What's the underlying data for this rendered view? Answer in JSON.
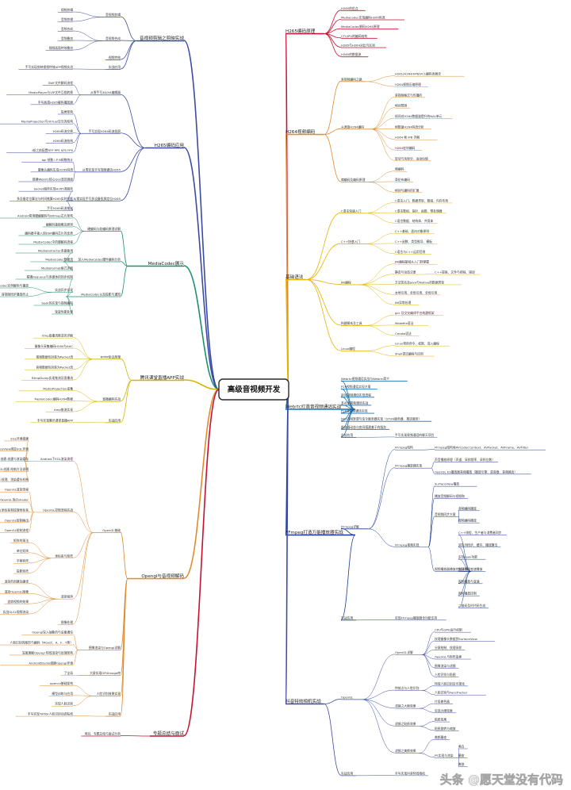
{
  "root": "高级音视频开发",
  "watermark": "头条 @愿天堂没有代码",
  "colors": {
    "audio": "#3b4aa6",
    "h265app": "#3b4aa6",
    "mediacodec": "#1b8f6e",
    "tencent": "#d4b400",
    "opengl": "#e08a2e",
    "summary": "#c8102e",
    "h265base": "#c8102e",
    "h264": "#e08a2e",
    "basics": "#e8b400",
    "webrtc": "#1a73b8",
    "ffmpeg": "#1a3c9a",
    "beauty": "#3b4aa6"
  },
  "branches": [
    {
      "key": "audio",
      "side": "L",
      "label": "音视频剪辑之剪映实战",
      "children": [
        {
          "label": "音视频剪辑",
          "children": [
            {
              "label": "视频剪辑"
            },
            {
              "label": "音频剪辑"
            }
          ]
        },
        {
          "label": "音视频合成",
          "children": [
            {
              "label": "音频合成"
            },
            {
              "label": "音频叠加"
            },
            {
              "label": "视频画面特效叠加"
            }
          ]
        },
        {
          "label": "视频特效"
        },
        {
          "label": "实战应用",
          "children": [
            {
              "label": "手写实现剪映视频特效APP视频实战"
            }
          ]
        }
      ]
    },
    {
      "key": "h265app",
      "side": "L",
      "label": "H265编码应用",
      "children": [
        {
          "label": "从零手写4K/H4编辑器",
          "children": [
            {
              "label": "SWF文件解码流程"
            },
            {
              "label": "MediaPlayer与VIP文件互相转换"
            },
            {
              "label": "手写高清H265解码播放器"
            }
          ]
        },
        {
          "label": "手写实现H264码流投屏",
          "children": [
            {
              "label": "投屏架构"
            },
            {
              "label": "MediaProjection与Virtual交互的结构"
            },
            {
              "label": "H264码流交换"
            },
            {
              "label": "H264码流结构"
            },
            {
              "label": "I帧之前配置RTP PPS SPS FPS"
            }
          ]
        },
        {
          "label": "从零实现手写视频通话H265",
          "children": [
            {
              "label": "api 帧数 I P B帧数统计"
            },
            {
              "label": "摄像头编码生成H265码流"
            },
            {
              "label": "搭建Webrtc核心Qos流控调度"
            }
          ]
        },
        {
          "label": "从零实现手写多设备投屏定位H265",
          "children": [
            {
              "label": "Socket服务实现H265流服务"
            },
            {
              "label": "多设备定位算法与时间推算H265实时投影"
            },
            {
              "label": "手写H265码流推送"
            }
          ]
        }
      ]
    },
    {
      "key": "mediacodec",
      "side": "L",
      "label": "MediaCodec展示",
      "children": [
        {
          "label": "硬编码与软编码原理详解",
          "children": [
            {
              "label": "Android常用硬编解码与Bitmap芯片架构"
            },
            {
              "label": "编解码基础概念原则"
            },
            {
              "label": "编码器中插入到DSP编码芯片的优势"
            },
            {
              "label": "MediaCodec中的硬解码流程"
            }
          ]
        },
        {
          "label": "深入MediaCodec硬件编码分析",
          "children": [
            {
              "label": "MediaExtractor多路复用"
            },
            {
              "label": "MediaCodec数据流"
            },
            {
              "label": "MediaFormat格式详解"
            }
          ]
        },
        {
          "label": "MediaCodec以及投影与通知",
          "children": [
            {
              "label": "精通dequeue与多媒体的同步机制"
            },
            {
              "label": "实战异步实现",
              "children": [
                {
                  "label": "多MediaCodec实例解码与播放"
                },
                {
                  "label": "音视频同步播放终止"
                }
              ]
            },
            {
              "label": "Seek的实现与视频编码"
            },
            {
              "label": "渐变性能处理"
            }
          ]
        }
      ]
    },
    {
      "key": "tencent",
      "side": "L",
      "label": "腾讯课堂直播APP实战",
      "children": [
        {
          "label": "RTMP协议原理",
          "children": [
            {
              "label": "rtmp直播流推送的详解"
            },
            {
              "label": "摄像头采集编码H264与AAC"
            },
            {
              "label": "视频数据包封装为Packet流"
            },
            {
              "label": "音频数据包封装为Packet流"
            },
            {
              "label": "RtmpDump实现推流及直播流"
            }
          ]
        },
        {
          "label": "直播编码实战",
          "children": [
            {
              "label": "MediaProjection采集"
            },
            {
              "label": "MediaCodec编码H264数据"
            },
            {
              "label": "rtmp推流实现"
            }
          ]
        },
        {
          "label": "实战应用",
          "children": [
            {
              "label": "手写实现腾讯课堂直播APP"
            }
          ]
        }
      ]
    },
    {
      "key": "opengl",
      "side": "L",
      "label": "Opengl与音视频解码",
      "children": [
        {
          "label": "OpenGL基础",
          "children": [
            {
              "label": "Android下EGL渲染流程",
              "children": [
                {
                  "label": "EGL环境搭建"
                },
                {
                  "label": "创建与SurfaceView绑定EGL环境"
                },
                {
                  "label": "EGL创建-创建与渲染缓存"
                },
                {
                  "label": "EGL创建-绘制方法说明"
                },
                {
                  "label": "EGL绘制-纹理、渲染缓存机制"
                }
              ]
            },
            {
              "label": "OpenGL控制流程实战",
              "children": [
                {
                  "label": "OpenGL渲染流程"
                },
                {
                  "label": "OpenGL顶点shader"
                },
                {
                  "label": "OpenGL坐标系和纹理坐标系"
                },
                {
                  "label": "OpenGL绘制画出"
                },
                {
                  "label": "OpenGL绘制流程"
                }
              ]
            },
            {
              "label": "坐标系与矩阵",
              "children": [
                {
                  "label": "矩阵的乘法"
                },
                {
                  "label": "单位矩阵"
                },
                {
                  "label": "平移矩阵"
                },
                {
                  "label": "投影矩阵"
                }
              ]
            },
            {
              "label": "渲染程序",
              "children": [
                {
                  "label": "渲染的创建及编译"
                },
                {
                  "label": "渲染OpenGL图像"
                },
                {
                  "label": "追踪视频的效果"
                },
                {
                  "label": "实战GLSL视频渲染"
                }
              ]
            },
            {
              "label": "图像处理"
            }
          ]
        },
        {
          "label": "图像渲染与Opengl详解",
          "children": [
            {
              "label": "Opengl深入抽象的与设备通信"
            },
            {
              "label": "人脸识别的图形与编码（Mov/Z、A、F、Y等）"
            },
            {
              "label": "深度理解Opengl 特效渲染与处理架构"
            },
            {
              "label": "AndroidStudio搭建Opengl环境"
            }
          ]
        },
        {
          "label": "大屏实现GPUImage库",
          "children": [
            {
              "label": "了全局"
            }
          ]
        },
        {
          "label": "人脸识别效果实现",
          "children": [
            {
              "label": "opencv基础架构"
            },
            {
              "label": "模型训练与应用"
            },
            {
              "label": "实现人脸识别"
            }
          ]
        },
        {
          "label": "实战应用",
          "children": [
            {
              "label": "手写实现TiKTok人脸识别动态贴纸"
            }
          ]
        }
      ]
    },
    {
      "key": "summary",
      "side": "L",
      "label": "专题总结与面试",
      "children": [
        {
          "label": "项目、专题总结与面试分析"
        }
      ]
    },
    {
      "key": "h265base",
      "side": "R",
      "label": "H265编码原理",
      "children": [
        {
          "label": "H265的优点"
        },
        {
          "label": "Mediacodec实现编码H265码流"
        },
        {
          "label": "MediaCodec解码H265原理"
        },
        {
          "label": "CTU/PU的编码结构"
        },
        {
          "label": "H265与H264对比与区别"
        },
        {
          "label": "H265的数据流"
        }
      ]
    },
    {
      "key": "h264",
      "side": "R",
      "label": "H264视频编码",
      "children": [
        {
          "label": "音视频编码之路",
          "children": [
            {
              "label": "H261/H264/VP8/VC1编码发展史"
            },
            {
              "label": "H264视频压缩原理"
            }
          ]
        },
        {
          "label": "从源取H264编码",
          "children": [
            {
              "label": "音视频格式与传播的"
            },
            {
              "label": "帧间预测"
            },
            {
              "label": "帧间对H264数据量提升的NAL单元"
            },
            {
              "label": "帧数量H264码流分析"
            },
            {
              "label": "H264 帧 IPB 详解"
            },
            {
              "label": "H264宏块编码"
            },
            {
              "label": "宏块与块划分、运动估值"
            }
          ]
        },
        {
          "label": "熵编码及编码原理",
          "children": [
            {
              "label": "熵编码"
            },
            {
              "label": "哥伦布编码"
            },
            {
              "label": "帧间与编码的扩展"
            }
          ]
        }
      ]
    },
    {
      "key": "basics",
      "side": "R",
      "label": "基础语法",
      "children": [
        {
          "label": "C语言快速入门",
          "children": [
            {
              "label": "C语言入门、数据类型、数组、内存布局"
            },
            {
              "label": "C语言数组、指针、函数、预处理器"
            },
            {
              "label": "C语言数据、结构体、共用体"
            }
          ]
        },
        {
          "label": "C++快速入门",
          "children": [
            {
              "label": "C++基础、面向对象原则"
            },
            {
              "label": "C++函数、类型推导、模板"
            },
            {
              "label": "C语言与C++运用范例"
            }
          ]
        },
        {
          "label": "JNI编程",
          "children": [
            {
              "label": "JNI编程基础从入门到掌握"
            },
            {
              "label": "静态与动态注册",
              "children": [
                {
                  "label": "C++提高、文件与线程、错误"
                }
              ]
            },
            {
              "label": "方法签名及Java与Native的数据类型"
            },
            {
              "label": "本地引用、全局引用、全局引用"
            },
            {
              "label": "JNI异常处理"
            }
          ]
        },
        {
          "label": "构建脚本及工具",
          "children": [
            {
              "label": "gcc 及交叉编译平台构建框架"
            },
            {
              "label": "Makefile语法"
            },
            {
              "label": "Cmake语法"
            }
          ]
        },
        {
          "label": "Linux编程",
          "children": [
            {
              "label": "Linux常用命令、权限、进入编程"
            },
            {
              "label": "Shell语法编程与应用"
            }
          ]
        }
      ]
    },
    {
      "key": "webrtc",
      "side": "R",
      "label": "Webrtc打造音视频通话实战",
      "children": [
        {
          "label": "Webrtc视频通话实战与Webrtc简介"
        },
        {
          "label": "P2P视频通话实现方案"
        },
        {
          "label": "房间视频通话实现流程"
        },
        {
          "label": "多对多视频通话实战"
        },
        {
          "label": "P2P音视频通话实现"
        },
        {
          "label": "NAT内网穿透与信令服务器实现（STUN服务器、推送服务）"
        },
        {
          "label": "服务器动态与房间搭建基于的服务"
        },
        {
          "label": "实战应用",
          "children": [
            {
              "label": "手写实现视频通话的聊天项目"
            }
          ]
        }
      ]
    },
    {
      "key": "ffmpeg",
      "side": "R",
      "label": "FFmpeg打造万能播放器实战",
      "children": [
        {
          "label": "FFmpeg详解",
          "children": [
            {
              "label": "FFmpeg结构",
              "children": [
                {
                  "label": "FFmpeg结构体AVCodecContext、AVPacket、AVFrame、AVFilter"
                }
              ]
            },
            {
              "label": "FFmpeg播放器实现",
              "children": [
                {
                  "label": "声音播放原理（声道、采样频率、采样位数）"
                },
                {
                  "label": "OpenSL ES播放器音频播放（播放引擎、混音器、音频输出）"
                }
              ]
            },
            {
              "label": "FFmpeg视频实现",
              "children": [
                {
                  "label": "SurfaceView播放"
                },
                {
                  "label": "播放音频解码与视频和"
                },
                {
                  "label": "音视频同步方案",
                  "children": [
                    {
                      "label": "音频编码播放"
                    },
                    {
                      "label": "视频编码播放"
                    }
                  ]
                },
                {
                  "label": "视频播放器播放控制详细",
                  "children": [
                    {
                      "label": "C++线程、生产者与消费者同步"
                    },
                    {
                      "label": "双队列同步、缓存、播放算法"
                    },
                    {
                      "label": "实现seek功能"
                    },
                    {
                      "label": "实现视频变速播放"
                    },
                    {
                      "label": "视频播放与变速"
                    },
                    {
                      "label": "视频播放控制"
                    },
                    {
                      "label": "二维码及时代码生成"
                    }
                  ]
                }
              ]
            }
          ]
        },
        {
          "label": "实战应用",
          "children": [
            {
              "label": "实现FFmpeg播放器全功能支持"
            }
          ]
        }
      ]
    },
    {
      "key": "beauty",
      "side": "R",
      "label": "抖音特效相机实战",
      "children": [
        {
          "label": "OpenGL",
          "children": [
            {
              "label": "OpenGL详解",
              "children": [
                {
                  "label": "CPU与GPU运行机制"
                },
                {
                  "label": "纹理摄像头数据到SurfaceView"
                },
                {
                  "label": "分屏绘制、纹理采样"
                },
                {
                  "label": "OpenGL与矩阵变换"
                },
                {
                  "label": "图像渲染与滤镜"
                },
                {
                  "label": "人脸识别与贴图"
                }
              ]
            },
            {
              "label": "特效点与人脸识别",
              "children": [
                {
                  "label": "特效人脸识别及可视化"
                },
                {
                  "label": "人脸识别与FaceTracker"
                }
              ]
            },
            {
              "label": "滤镜之大眼效果",
              "children": [
                {
                  "label": "片段着色器"
                },
                {
                  "label": "实现大眼效果"
                }
              ]
            },
            {
              "label": "滤镜之贴纸效果",
              "children": [
                {
                  "label": "贴纸效果"
                },
                {
                  "label": "贴纸旋转与缩放"
                }
              ]
            },
            {
              "label": "滤镜之美颜效果",
              "children": [
                {
                  "label": "美颜磨皮"
                },
                {
                  "label": "PS实现与渲染",
                  "children": [
                    {
                      "label": "美白"
                    },
                    {
                      "label": "磨皮"
                    },
                    {
                      "label": "美肤"
                    }
                  ]
                }
              ]
            }
          ]
        },
        {
          "label": "实战应用",
          "children": [
            {
              "label": "手写实现抖音特效相机"
            }
          ]
        }
      ]
    }
  ]
}
